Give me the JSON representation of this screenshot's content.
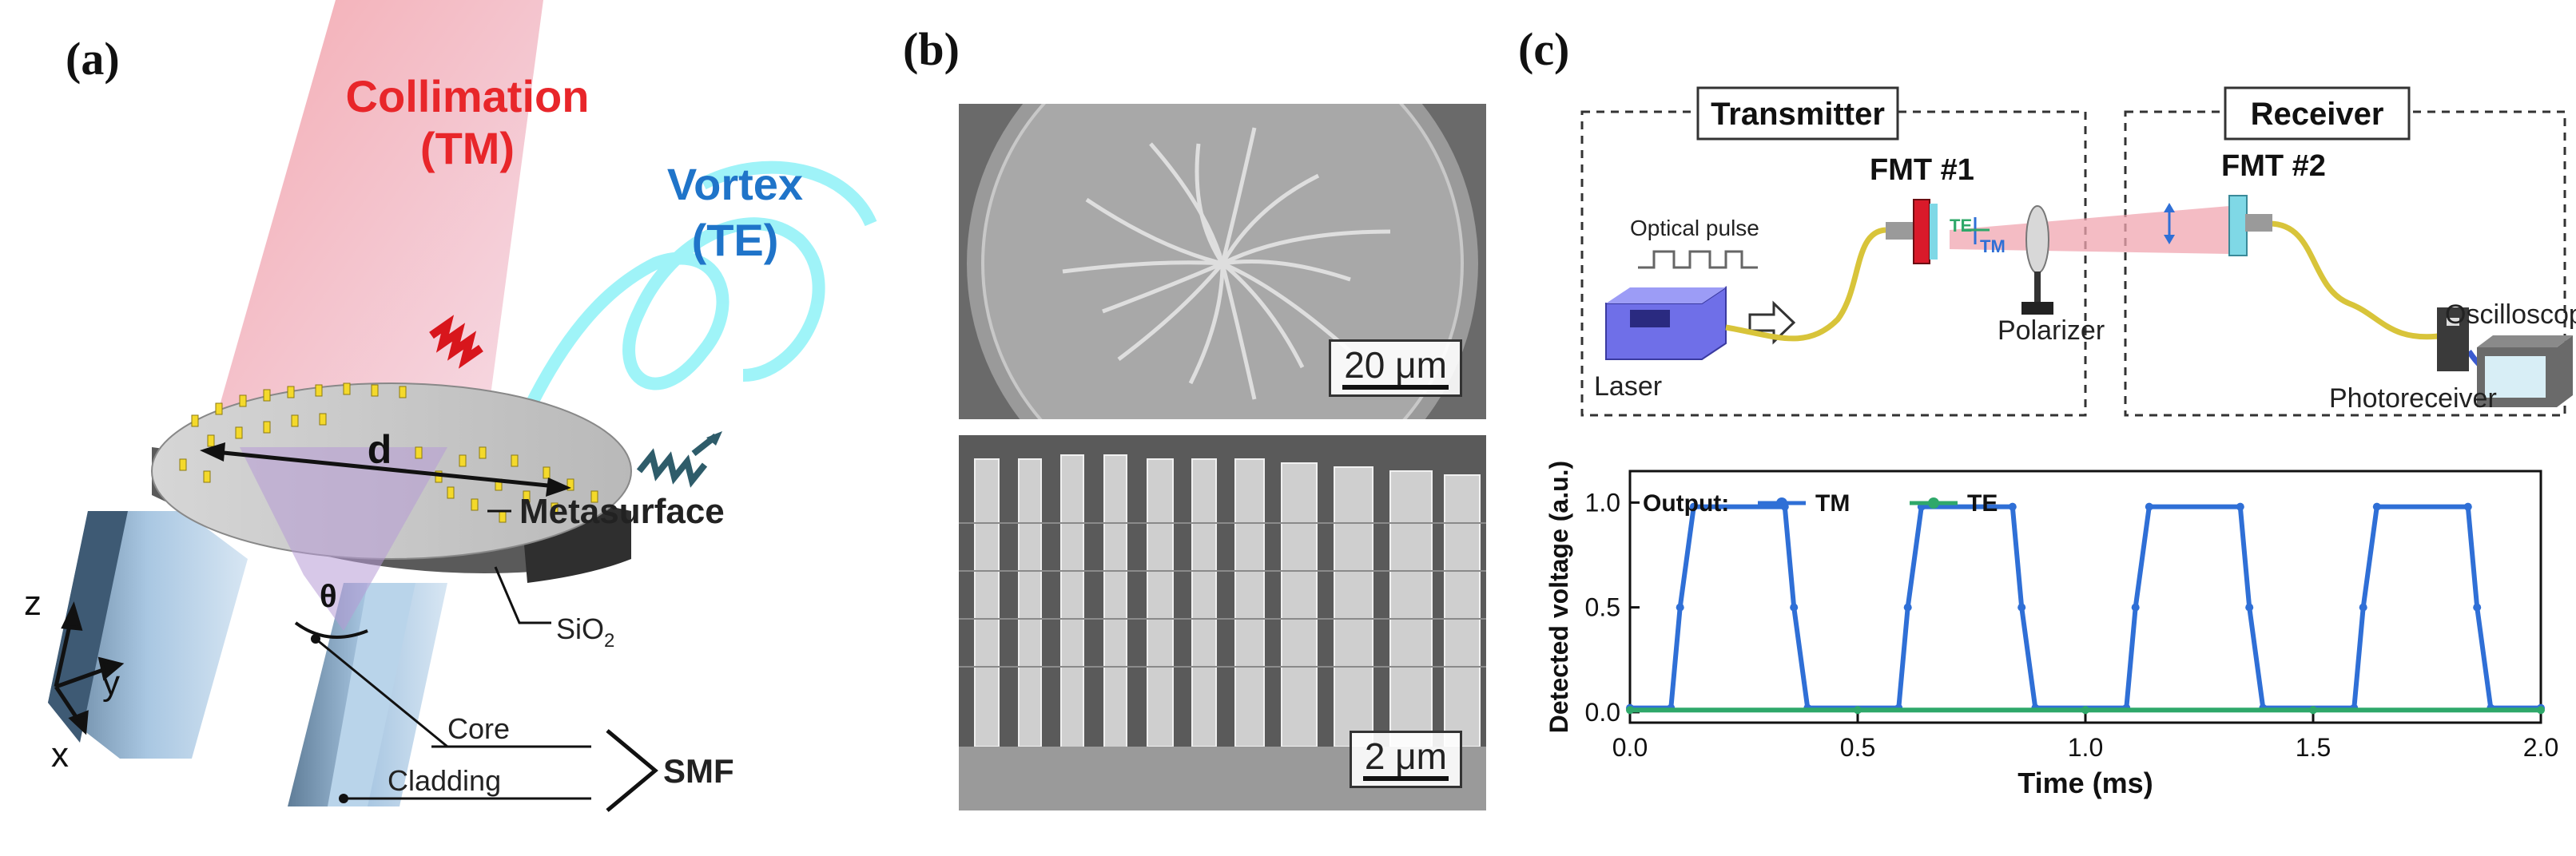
{
  "panel_a": {
    "label": "(a)",
    "collimation_line1": "Collimation",
    "collimation_line2": "(TM)",
    "vortex_line1": "Vortex",
    "vortex_line2": "(TE)",
    "d_label": "d",
    "metasurface_label": "Metasurface",
    "theta_label": "θ",
    "sio2_label": "SiO",
    "sio2_sub": "2",
    "core_label": "Core",
    "cladding_label": "Cladding",
    "smf_label": "SMF",
    "axis_z": "z",
    "axis_y": "y",
    "axis_x": "x",
    "colors": {
      "collimation": "#e8262a",
      "vortex": "#1f74c9",
      "beam_cyan": "#66e6f2",
      "pillars": "#f4d92b"
    }
  },
  "panel_b": {
    "label": "(b)",
    "scale_top": "20 μm",
    "scale_bottom": "2 μm"
  },
  "panel_c": {
    "label": "(c)",
    "transmitter_label": "Transmitter",
    "receiver_label": "Receiver",
    "fmt1_label": "FMT #1",
    "fmt2_label": "FMT #2",
    "optical_pulse_label": "Optical pulse",
    "laser_label": "Laser",
    "polarizer_label": "Polarizer",
    "te_label": "TE",
    "tm_label": "TM",
    "photoreceiver_label": "Photoreceiver",
    "oscilloscope_label": "Oscilloscope",
    "colors": {
      "tm": "#2f6fd6",
      "te": "#2fa86a",
      "fiber": "#d8c43a"
    }
  },
  "chart_data": {
    "type": "line",
    "xlabel": "Time (ms)",
    "ylabel": "Detected voltage (a.u.)",
    "xlim": [
      0.0,
      2.0
    ],
    "ylim": [
      -0.05,
      1.15
    ],
    "xticks": [
      "0.0",
      "0.5",
      "1.0",
      "1.5",
      "2.0"
    ],
    "yticks": [
      "0.0",
      "0.5",
      "1.0"
    ],
    "legend_title": "Output:",
    "legend_position": "top-left",
    "grid": false,
    "series": [
      {
        "name": "TM",
        "color": "#2f6fd6",
        "x": [
          0.0,
          0.09,
          0.11,
          0.14,
          0.34,
          0.36,
          0.39,
          0.59,
          0.61,
          0.64,
          0.84,
          0.86,
          0.89,
          1.09,
          1.11,
          1.14,
          1.34,
          1.36,
          1.39,
          1.59,
          1.61,
          1.64,
          1.84,
          1.86,
          1.89,
          2.0
        ],
        "y": [
          0.02,
          0.02,
          0.5,
          0.98,
          0.98,
          0.5,
          0.02,
          0.02,
          0.5,
          0.98,
          0.98,
          0.5,
          0.02,
          0.02,
          0.5,
          0.98,
          0.98,
          0.5,
          0.02,
          0.02,
          0.5,
          0.98,
          0.98,
          0.5,
          0.02,
          0.02
        ]
      },
      {
        "name": "TE",
        "color": "#2fa86a",
        "x": [
          0.0,
          0.5,
          1.0,
          1.5,
          2.0
        ],
        "y": [
          0.01,
          0.01,
          0.01,
          0.01,
          0.01
        ]
      }
    ]
  }
}
